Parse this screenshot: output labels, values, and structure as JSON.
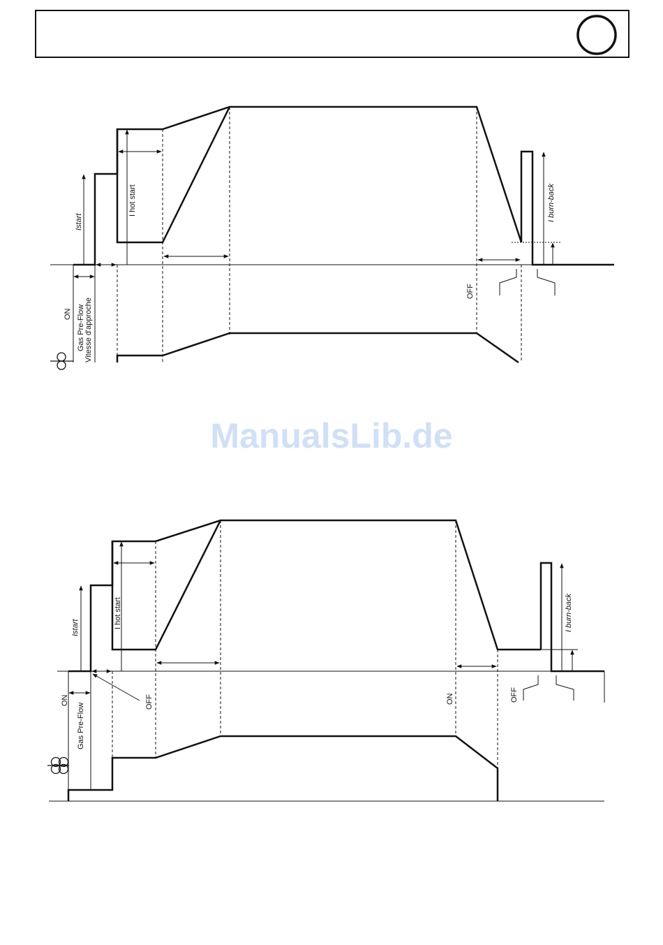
{
  "watermark": "ManualsLib.de",
  "diagram1": {
    "istart": "Istart",
    "hot_start": "I hot start",
    "burn_back": "I burn-back",
    "on": "ON",
    "gas_preflow": "Gas Pre-Flow",
    "vitesse": "Vitesse d'approche",
    "off": "OFF"
  },
  "diagram2": {
    "istart": "Istart",
    "hot_start": "I hot start",
    "burn_back": "I burn-back",
    "on_left": "ON",
    "gas_preflow": "Gas Pre-Flow",
    "off_left": "OFF",
    "on_right": "ON",
    "off_right": "OFF"
  },
  "colors": {
    "line": "#111111",
    "watermark": "#cfe0f7"
  }
}
